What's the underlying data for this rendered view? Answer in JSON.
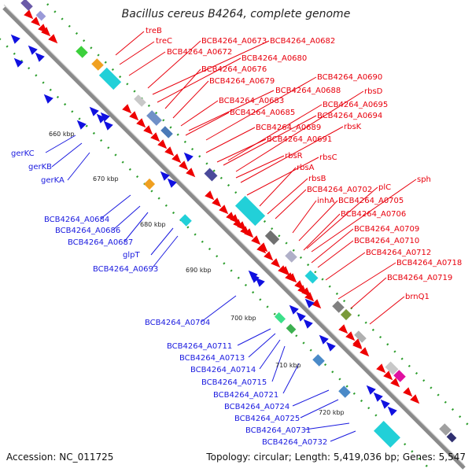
{
  "header": {
    "title": "Bacillus cereus B4264, complete genome"
  },
  "footer": {
    "accession": "Accession: NC_011725",
    "summary": "Topology: circular; Length: 5,419,036 bp; Genes: 5,547"
  },
  "ticks": [
    "660 kbp",
    "670 kbp",
    "680 kbp",
    "690 kbp",
    "700 kbp",
    "710 kbp",
    "720 kbp"
  ],
  "forward_labels": [
    "treB",
    "treC",
    "BCB4264_A0672",
    "BCB4264_A0673",
    "BCB4264_A0682",
    "BCB4264_A0680",
    "BCB4264_A0676",
    "BCB4264_A0679",
    "BCB4264_A0690",
    "BCB4264_A0688",
    "rbsD",
    "BCB4264_A0683",
    "BCB4264_A0695",
    "BCB4264_A0685",
    "BCB4264_A0694",
    "rbsK",
    "BCB4264_A0689",
    "BCB4264_A0691",
    "rbsR",
    "rbsC",
    "rbsA",
    "rbsB",
    "sph",
    "plC",
    "BCB4264_A0702",
    "inhA",
    "BCB4264_A0705",
    "BCB4264_A0706",
    "BCB4264_A0709",
    "BCB4264_A0710",
    "BCB4264_A0712",
    "BCB4264_A0718",
    "BCB4264_A0719",
    "brnQ1"
  ],
  "reverse_labels": [
    "gerKC",
    "gerKB",
    "gerKA",
    "BCB4264_A0684",
    "BCB4264_A0686",
    "BCB4264_A0687",
    "glpT",
    "BCB4264_A0693",
    "BCB4264_A0704",
    "BCB4264_A0711",
    "BCB4264_A0713",
    "BCB4264_A0714",
    "BCB4264_A0715",
    "BCB4264_A0721",
    "BCB4264_A0724",
    "BCB4264_A0725",
    "BCB4264_A0731",
    "BCB4264_A0732"
  ],
  "colors": {
    "backbone": "#8a8a8a",
    "forward_cds": "#ee0000",
    "reverse_cds": "#1010e0",
    "label_forward": "#e8000d",
    "label_reverse": "#1a1adf",
    "gc_dots": "#2e9e2e"
  }
}
